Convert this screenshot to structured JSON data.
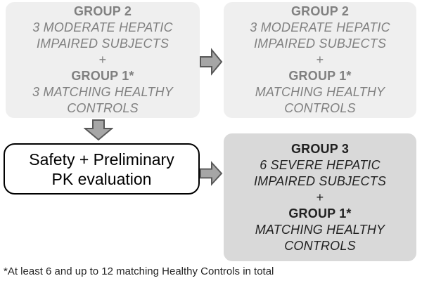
{
  "colors": {
    "box_light_bg": "#efefef",
    "box_light_text": "#808080",
    "box_dark_bg": "#d9d9d9",
    "box_dark_text": "#212121",
    "arrow_fill": "#a6a6a6",
    "arrow_stroke": "#595959",
    "safety_box_border": "#000000",
    "safety_box_bg": "#ffffff"
  },
  "boxes": {
    "group2_initial": {
      "lines": [
        "GROUP 2",
        "3 MODERATE HEPATIC",
        "IMPAIRED SUBJECTS",
        "+",
        "GROUP 1*",
        "3 MATCHING HEALTHY",
        "CONTROLS"
      ]
    },
    "group2_expanded": {
      "lines": [
        "GROUP 2",
        "3 MODERATE HEPATIC",
        "IMPAIRED SUBJECTS",
        "+",
        "GROUP 1*",
        "MATCHING HEALTHY",
        "CONTROLS"
      ]
    },
    "group3": {
      "lines": [
        "GROUP 3",
        "6 SEVERE HEPATIC",
        "IMPAIRED SUBJECTS",
        "+",
        "GROUP 1*",
        "MATCHING HEALTHY",
        "CONTROLS"
      ]
    },
    "safety": {
      "lines": [
        "Safety + Preliminary",
        "PK evaluation"
      ]
    }
  },
  "footnote": "*At least 6 and up to 12 matching Healthy Controls in total"
}
